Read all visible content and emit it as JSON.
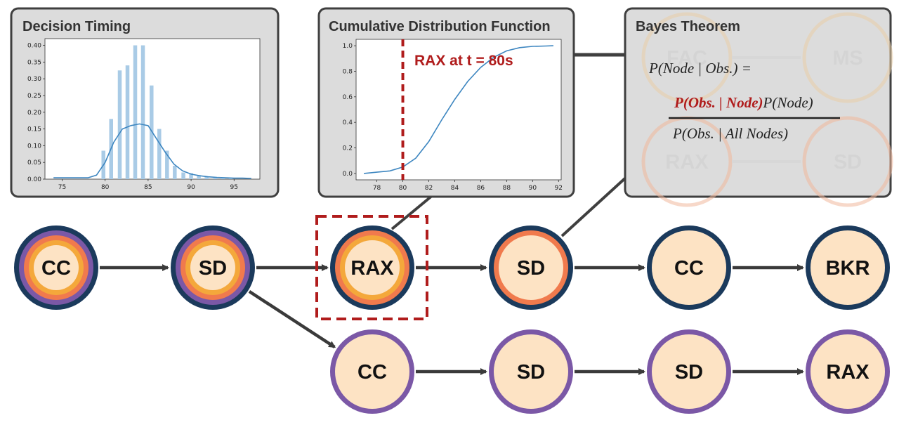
{
  "panels": {
    "timing": {
      "title": "Decision Timing"
    },
    "cdf": {
      "title": "Cumulative Distribution Function",
      "annotation": "RAX at t = 80s"
    },
    "bayes": {
      "title": "Bayes Theorem",
      "line1": "P(Node | Obs.) =",
      "numerator_highlight": "P(Obs. | Node)",
      "numerator_rest": "P(Node)",
      "denominator": "P(Obs. | All Nodes)",
      "ghost_nodes": [
        "FAC",
        "MS",
        "RAX",
        "SD"
      ]
    }
  },
  "colors": {
    "ring_navy": "#1b3a5c",
    "ring_purple": "#7b58a6",
    "ring_orange": "#f07a4d",
    "ring_yellow": "#f4a83b",
    "node_fill": "#fde3c4",
    "highlight_red": "#b01c1c",
    "series_blue": "#4a90c8",
    "bar_blue": "#a9cbe6"
  },
  "chart_data": [
    {
      "type": "bar",
      "title": "Decision Timing",
      "x": [
        79.8,
        80.7,
        81.7,
        82.6,
        83.5,
        84.4,
        85.4,
        86.3,
        87.2,
        88.1,
        89.1,
        90.0,
        90.9,
        91.8,
        92.8,
        93.7,
        94.6
      ],
      "values": [
        0.085,
        0.18,
        0.325,
        0.34,
        0.4,
        0.4,
        0.28,
        0.15,
        0.085,
        0.04,
        0.02,
        0.018,
        0.012,
        0.008,
        0.006,
        0.005,
        0.004
      ],
      "kde": {
        "x": [
          74,
          78,
          79,
          80,
          81,
          82,
          83,
          84,
          85,
          86,
          87,
          88,
          89,
          90,
          91,
          92,
          93,
          94,
          95,
          96,
          97
        ],
        "y": [
          0.004,
          0.004,
          0.012,
          0.05,
          0.11,
          0.15,
          0.16,
          0.165,
          0.16,
          0.12,
          0.08,
          0.045,
          0.025,
          0.015,
          0.01,
          0.007,
          0.005,
          0.004,
          0.003,
          0.003,
          0.002
        ]
      },
      "xlim": [
        73,
        98
      ],
      "ylim": [
        0,
        0.42
      ],
      "xticks": [
        75,
        80,
        85,
        90,
        95
      ],
      "yticks": [
        "0.00",
        "0.05",
        "0.10",
        "0.15",
        "0.20",
        "0.25",
        "0.30",
        "0.35",
        "0.40"
      ]
    },
    {
      "type": "line",
      "title": "Cumulative Distribution Function",
      "x": [
        77,
        78,
        79,
        80,
        81,
        82,
        83,
        84,
        85,
        86,
        87,
        88,
        89,
        90,
        91,
        91.6
      ],
      "y": [
        0.0,
        0.01,
        0.02,
        0.05,
        0.12,
        0.25,
        0.42,
        0.58,
        0.72,
        0.83,
        0.91,
        0.96,
        0.985,
        0.995,
        0.998,
        1.0
      ],
      "marker_x": 80,
      "xlim": [
        76.4,
        92.2
      ],
      "ylim": [
        -0.05,
        1.05
      ],
      "xticks": [
        78,
        80,
        82,
        84,
        86,
        88,
        90,
        92
      ],
      "yticks": [
        "0.0",
        "0.2",
        "0.4",
        "0.6",
        "0.8",
        "1.0"
      ]
    }
  ],
  "graph": {
    "nodes": [
      {
        "id": "n1",
        "label": "CC",
        "rings": [
          "navy",
          "purple",
          "orange",
          "yellow"
        ]
      },
      {
        "id": "n2",
        "label": "SD",
        "rings": [
          "navy",
          "purple",
          "orange",
          "yellow"
        ]
      },
      {
        "id": "n3",
        "label": "RAX",
        "rings": [
          "navy",
          "orange",
          "yellow"
        ],
        "highlighted": true
      },
      {
        "id": "n4",
        "label": "SD",
        "rings": [
          "navy",
          "orange"
        ]
      },
      {
        "id": "n5",
        "label": "CC",
        "rings": [
          "navy"
        ]
      },
      {
        "id": "n6",
        "label": "BKR",
        "rings": [
          "navy"
        ]
      },
      {
        "id": "n7",
        "label": "CC",
        "rings": [
          "purple"
        ]
      },
      {
        "id": "n8",
        "label": "SD",
        "rings": [
          "purple"
        ]
      },
      {
        "id": "n9",
        "label": "SD",
        "rings": [
          "purple"
        ]
      },
      {
        "id": "n10",
        "label": "RAX",
        "rings": [
          "purple"
        ]
      }
    ],
    "edges": [
      [
        "n1",
        "n2"
      ],
      [
        "n2",
        "n3"
      ],
      [
        "n3",
        "n4"
      ],
      [
        "n4",
        "n5"
      ],
      [
        "n5",
        "n6"
      ],
      [
        "n2",
        "n7"
      ],
      [
        "n7",
        "n8"
      ],
      [
        "n8",
        "n9"
      ],
      [
        "n9",
        "n10"
      ]
    ]
  }
}
